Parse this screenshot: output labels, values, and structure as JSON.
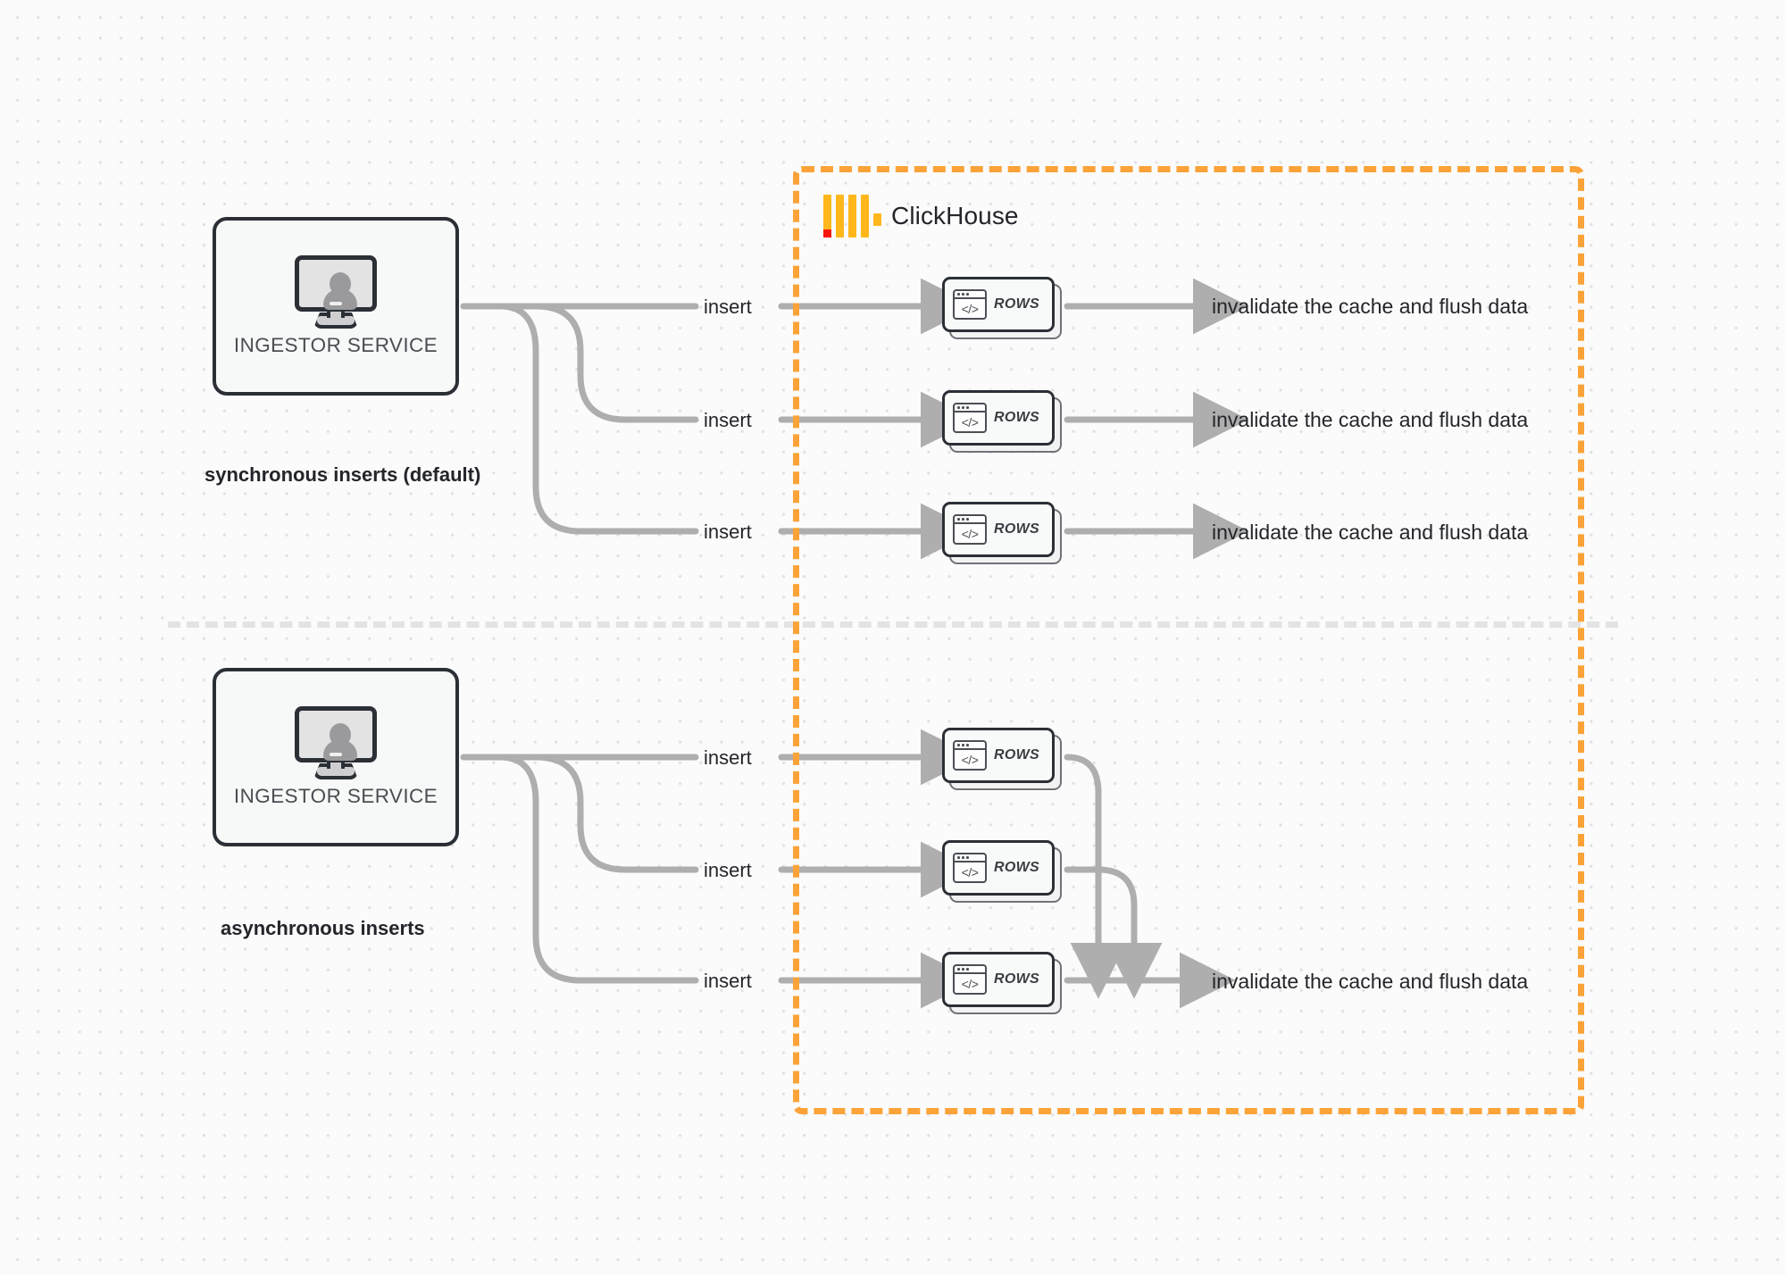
{
  "diagram": {
    "title": "ClickHouse synchronous vs asynchronous inserts",
    "colors": {
      "brand_orange": "#fba338",
      "logo_red": "#f5170d",
      "node_border": "#2b2f36",
      "wire_gray": "#aeaeae",
      "background": "#fbfbfb"
    }
  },
  "clickhouse": {
    "label": "ClickHouse",
    "logo_name": "clickhouse-logo"
  },
  "sections": [
    {
      "id": "synchronous",
      "caption": "synchronous inserts (default)",
      "node_label": "INGESTOR SERVICE",
      "flows": [
        {
          "insert_label": "insert",
          "rows_label": "ROWS",
          "outcome_label": "invalidate the cache and flush data"
        },
        {
          "insert_label": "insert",
          "rows_label": "ROWS",
          "outcome_label": "invalidate the cache and flush data"
        },
        {
          "insert_label": "insert",
          "rows_label": "ROWS",
          "outcome_label": "invalidate the cache and flush data"
        }
      ]
    },
    {
      "id": "asynchronous",
      "caption": "asynchronous inserts",
      "node_label": "INGESTOR SERVICE",
      "flows": [
        {
          "insert_label": "insert",
          "rows_label": "ROWS"
        },
        {
          "insert_label": "insert",
          "rows_label": "ROWS"
        },
        {
          "insert_label": "insert",
          "rows_label": "ROWS"
        }
      ],
      "shared_outcome_label": "invalidate the cache and flush data"
    }
  ],
  "icons": {
    "code_glyph": "</>",
    "monitor_name": "monitor-user-icon",
    "code_window_name": "code-window-icon"
  }
}
